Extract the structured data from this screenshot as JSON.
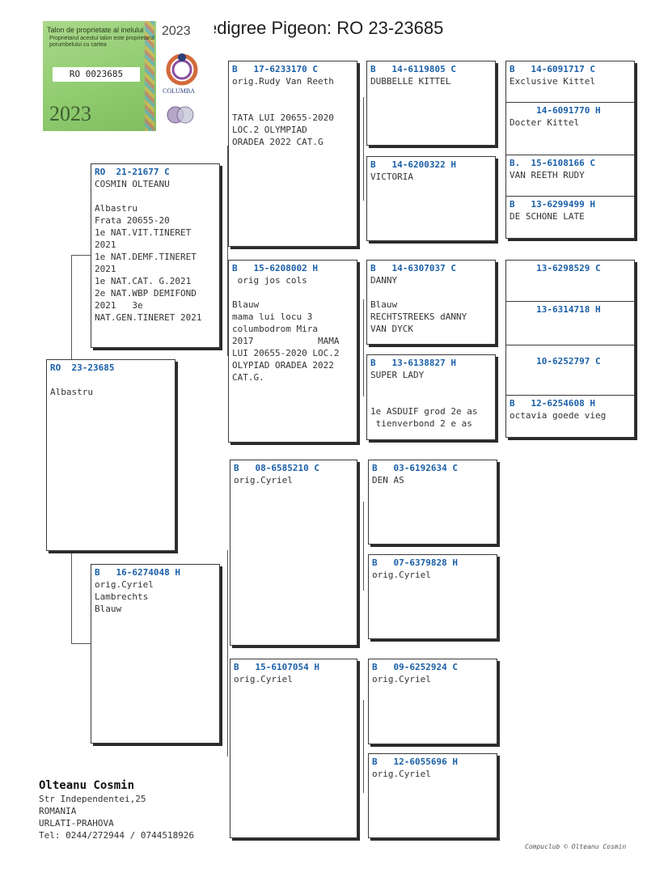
{
  "title": "edigree Pigeon: RO  23-23685",
  "stamp": {
    "heading": "Talon de proprietate al inelului",
    "subtext": "Proprietarul acestui talon este proprietarul porumbelului cu cartea",
    "code": "RO 0023685",
    "year_big": "2023",
    "year_small": "2023",
    "logo_text": "COLUMBA"
  },
  "subject": {
    "ring": "RO  23-23685",
    "info": "\nAlbastru"
  },
  "gen1": [
    {
      "ring": "RO  21-21677 C",
      "info": "COSMIN OLTEANU\n\nAlbastru\nFrata 20655-20\n1e NAT.VIT.TINERET\n2021\n1e NAT.DEMF.TINERET\n2021\n1e NAT.CAT. G.2021\n2e NAT.WBP DEMIFOND\n2021   3e\nNAT.GEN.TINERET 2021"
    },
    {
      "ring": "B   16-6274048 H",
      "info": "orig.Cyriel\nLambrechts\nBlauw"
    }
  ],
  "gen2": [
    {
      "ring": "B   17-6233170 C",
      "info": "orig.Rudy Van Reeth\n\n\nTATA LUI 20655-2020\nLOC.2 OLYMPIAD\nORADEA 2022 CAT.G"
    },
    {
      "ring": "B   15-6208002 H",
      "info": " orig jos cols\n\nBlauw\nmama lui locu 3\ncolumbodrom Mira\n2017            MAMA\nLUI 20655-2020 LOC.2\nOLYPIAD ORADEA 2022\nCAT.G."
    },
    {
      "ring": "B   08-6585210 C",
      "info": "orig.Cyriel"
    },
    {
      "ring": "B   15-6107054 H",
      "info": "orig.Cyriel"
    }
  ],
  "gen3": [
    {
      "ring": "B   14-6119805 C",
      "info": "DUBBELLE KITTEL"
    },
    {
      "ring": "B   14-6200322 H",
      "info": "VICTORIA"
    },
    {
      "ring": "B   14-6307037 C",
      "info": "DANNY\n\nBlauw\nRECHTSTREEKS dANNY\nVAN DYCK"
    },
    {
      "ring": "B   13-6138827 H",
      "info": "SUPER LADY\n\n\n1e ASDUIF grod 2e as\n tienverbond 2 e as"
    },
    {
      "ring": "B   03-6192634 C",
      "info": "DEN AS"
    },
    {
      "ring": "B   07-6379828 H",
      "info": "orig.Cyriel"
    },
    {
      "ring": "B   09-6252924 C",
      "info": "orig.Cyriel"
    },
    {
      "ring": "B   12-6055696 H",
      "info": "orig.Cyriel"
    }
  ],
  "gen4": [
    {
      "ring": "B   14-6091717 C",
      "info": "Exclusive Kittel"
    },
    {
      "ring": "     14-6091770 H",
      "info": "Docter Kittel"
    },
    {
      "ring": "B.  15-6108166 C",
      "info": "VAN REETH RUDY"
    },
    {
      "ring": "B   13-6299499 H",
      "info": "DE SCHONE LATE"
    },
    {
      "ring": "     13-6298529 C",
      "info": ""
    },
    {
      "ring": "     13-6314718 H",
      "info": ""
    },
    {
      "ring": "     10-6252797 C",
      "info": ""
    },
    {
      "ring": "B   12-6254608 H",
      "info": "octavia goede vieg"
    }
  ],
  "owner": {
    "name": "Olteanu Cosmin",
    "street": "Str Independentei,25",
    "country": "ROMANIA",
    "city": "URLATI-PRAHOVA",
    "tel": "Tel: 0244/272944 / 0744518926"
  },
  "footer": "Compuclub © Olteanu Cosmin"
}
